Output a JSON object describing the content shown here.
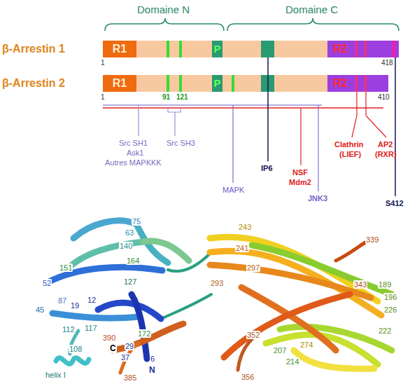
{
  "diagram": {
    "nodes": [
      {
        "text": [
          "β-Arrestin 1"
        ]
      },
      {
        "text": [
          "R1"
        ],
        "in": 0
      },
      {
        "text": [
          "P"
        ],
        "in": 0
      },
      {
        "text": [
          "R2"
        ],
        "in": 0
      },
      {
        "text": [
          "β-Arrestin 2"
        ]
      },
      {
        "text": [
          "R1"
        ],
        "in": 4
      },
      {
        "text": [
          "P"
        ],
        "in": 4
      },
      {
        "text": [
          "R2"
        ],
        "in": 4
      }
    ],
    "labels": [
      "Domaine N",
      "Domaine C",
      "1",
      "418",
      "1",
      "91",
      "121",
      "410",
      "Src SH1",
      "Ask1",
      "Autres MAPKKK",
      "Src SH3",
      "MAPK",
      "IP6",
      "NSF",
      "Mdm2",
      "JNK3",
      "Clathrin",
      "(LIEF)",
      "AP2",
      "(RXR)",
      "S412",
      "75",
      "63",
      "140",
      "243",
      "241",
      "339",
      "151",
      "164",
      "127",
      "297",
      "293",
      "343",
      "189",
      "52",
      "87",
      "45",
      "19",
      "12",
      "117",
      "390",
      "C",
      "29",
      "37",
      "172",
      "112",
      "108",
      "helix I",
      "6",
      "N",
      "385",
      "356",
      "352",
      "207",
      "214",
      "274",
      "222",
      "196",
      "226"
    ]
  }
}
